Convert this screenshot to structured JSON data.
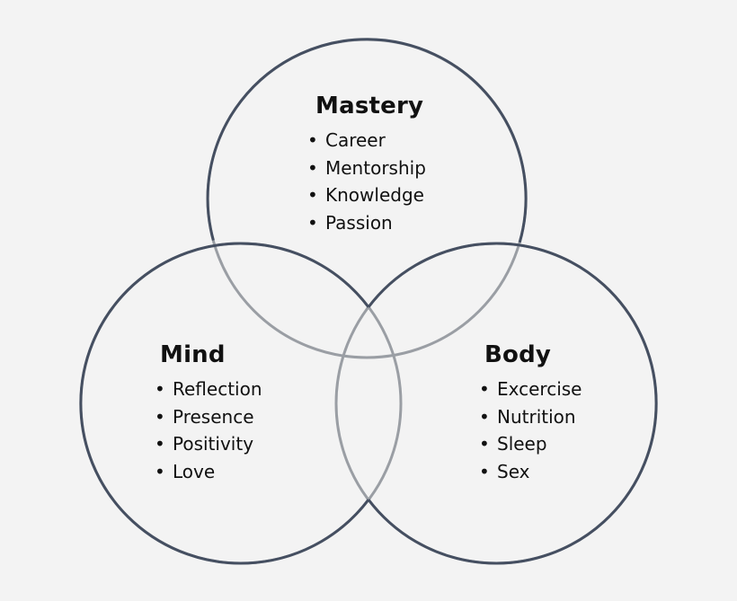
{
  "diagram": {
    "groups": [
      {
        "id": "mastery",
        "title": "Mastery",
        "items": [
          "Career",
          "Mentorship",
          "Knowledge",
          "Passion"
        ]
      },
      {
        "id": "mind",
        "title": "Mind",
        "items": [
          "Reflection",
          "Presence",
          "Positivity",
          "Love"
        ]
      },
      {
        "id": "body",
        "title": "Body",
        "items": [
          "Excercise",
          "Nutrition",
          "Sleep",
          "Sex"
        ]
      }
    ],
    "bullet_glyph": "•",
    "colors": {
      "background": "#f3f3f3",
      "circle_stroke": "#454f61",
      "overlap_stroke": "#9a9ea4",
      "text": "#111111"
    }
  }
}
